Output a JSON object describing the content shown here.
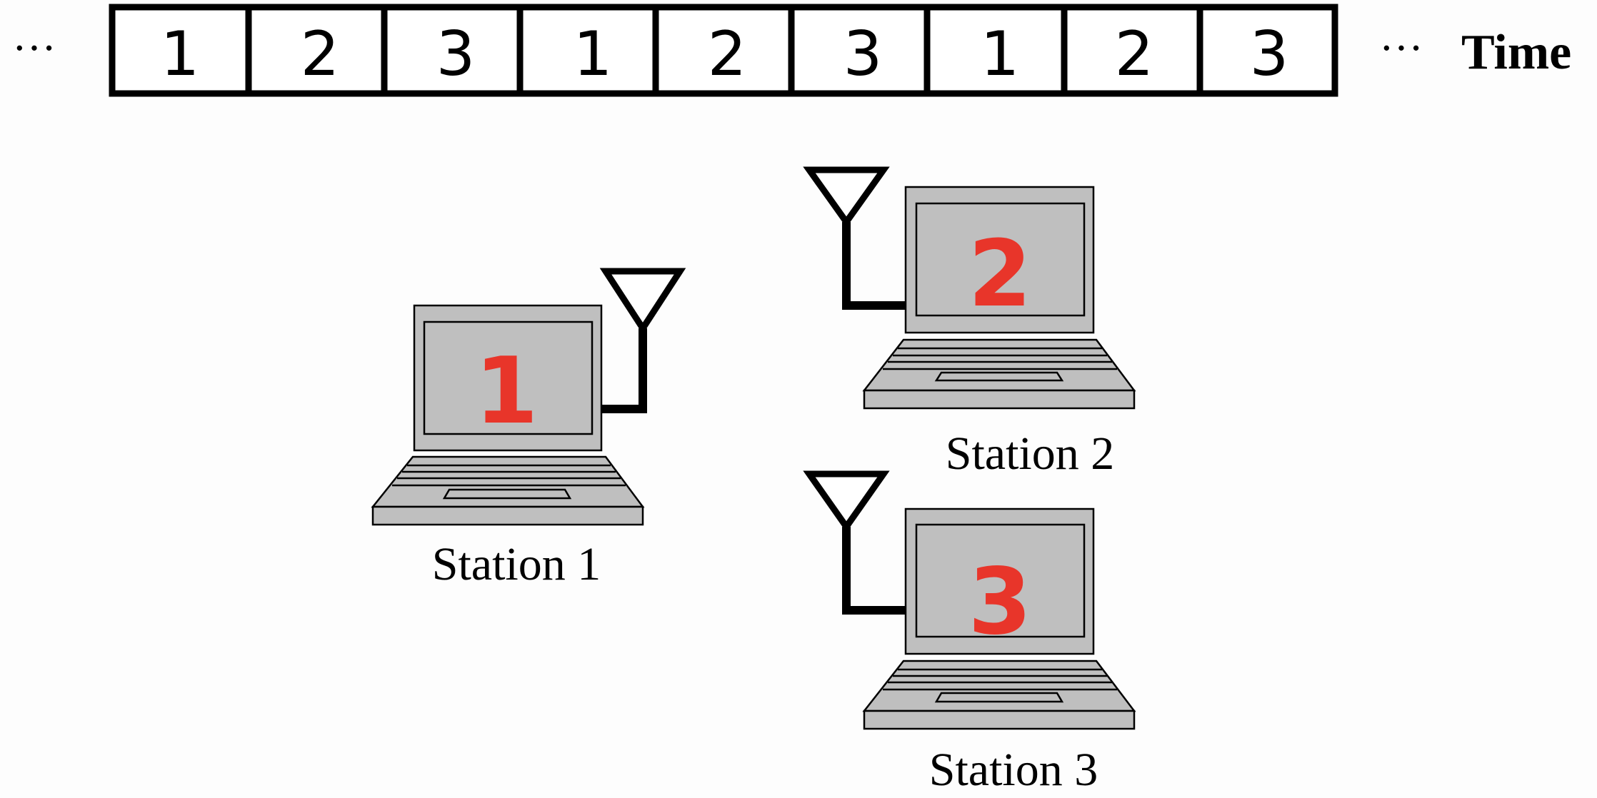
{
  "timeline": {
    "ellipsis_left": "···",
    "ellipsis_right": "···",
    "time_label": "Time",
    "slots": [
      "1",
      "2",
      "3",
      "1",
      "2",
      "3",
      "1",
      "2",
      "3"
    ]
  },
  "stations": [
    {
      "screen_number": "1",
      "label": "Station 1"
    },
    {
      "screen_number": "2",
      "label": "Station 2"
    },
    {
      "screen_number": "3",
      "label": "Station 3"
    }
  ],
  "colors": {
    "screen_number": "#e8352a",
    "laptop_fill": "#bfbfbf",
    "outline": "#000000"
  }
}
